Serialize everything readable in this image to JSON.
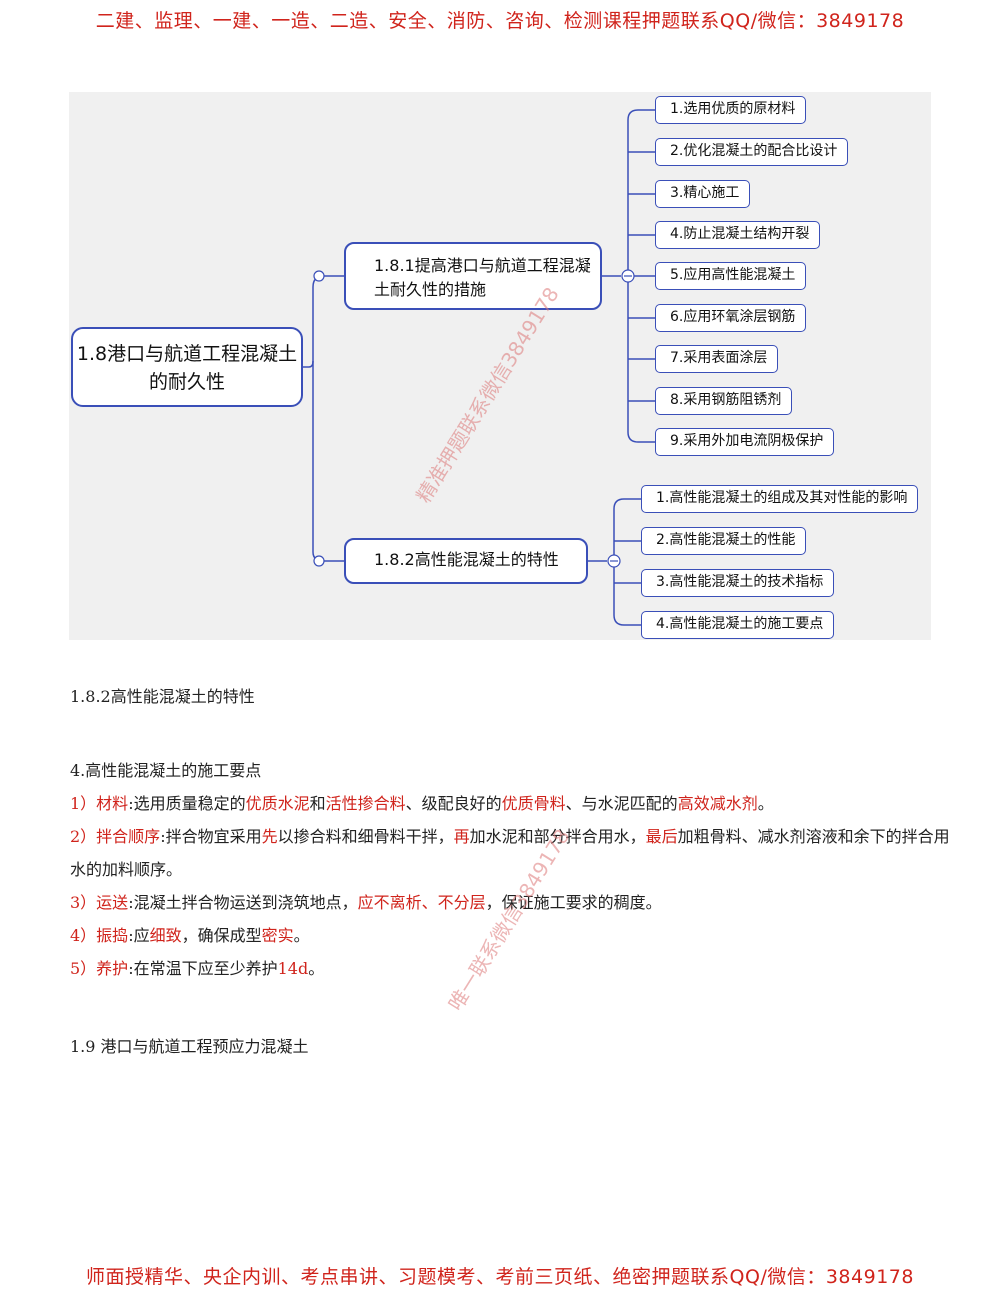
{
  "header_banner": "二建、监理、一建、一造、二造、安全、消防、咨询、检测课程押题联系QQ/微信：3849178",
  "footer_banner": "师面授精华、央企内训、考点串讲、习题模考、考前三页纸、绝密押题联系QQ/微信：3849178",
  "mindmap": {
    "root": "1.8港口与航道工程混凝土的耐久性",
    "branch1": {
      "title": "1.8.1提高港口与航道工程混凝土耐久性的措施",
      "items": [
        "1.选用优质的原材料",
        "2.优化混凝土的配合比设计",
        "3.精心施工",
        "4.防止混凝土结构开裂",
        "5.应用高性能混凝土",
        "6.应用环氧涂层钢筋",
        "7.采用表面涂层",
        "8.采用钢筋阻锈剂",
        "9.采用外加电流阴极保护"
      ]
    },
    "branch2": {
      "title": "1.8.2高性能混凝土的特性",
      "items": [
        "1.高性能混凝土的组成及其对性能的影响",
        "2.高性能混凝土的性能",
        "3.高性能混凝土的技术指标",
        "4.高性能混凝土的施工要点"
      ]
    }
  },
  "watermarks": {
    "diagram": "精准押题联系微信3849178",
    "text": "唯一联系微信3849178"
  },
  "content": {
    "section_heading": "1.8.2高性能混凝土的特性",
    "subheading": "4.高性能混凝土的施工要点",
    "items": {
      "materials": {
        "label": "1）材料",
        "t1": ":选用质量稳定的",
        "r1": "优质水泥",
        "t2": "和",
        "r2": "活性掺合料",
        "t3": "、级配良好的",
        "r3": "优质骨料",
        "t4": "、与水泥匹配的",
        "r4": "高效减水剂",
        "t5": "。"
      },
      "mixing": {
        "label": "2）拌合顺序",
        "t1": ":拌合物宜采用",
        "r1": "先",
        "t2": "以掺合料和细骨料干拌，",
        "r2": "再",
        "t3": "加水泥和部分拌合用水，",
        "r3": "最后",
        "t4": "加粗骨料、减水剂溶液和余下的拌合用水的加料顺序。"
      },
      "transport": {
        "label": "3）运送",
        "t1": ":混凝土拌合物运送到浇筑地点，",
        "r1": "应不离析、不分层",
        "t2": "，保证施工要求的稠度。"
      },
      "vibration": {
        "label": "4）振捣",
        "t1": ":应",
        "r1": "细致",
        "t2": "，确保成型",
        "r2": "密实",
        "t3": "。"
      },
      "curing": {
        "label": "5）养护",
        "t1": ":在常温下应至少养护",
        "r1": "14d",
        "t2": "。"
      }
    },
    "next_heading": "1.9 港口与航道工程预应力混凝土"
  }
}
